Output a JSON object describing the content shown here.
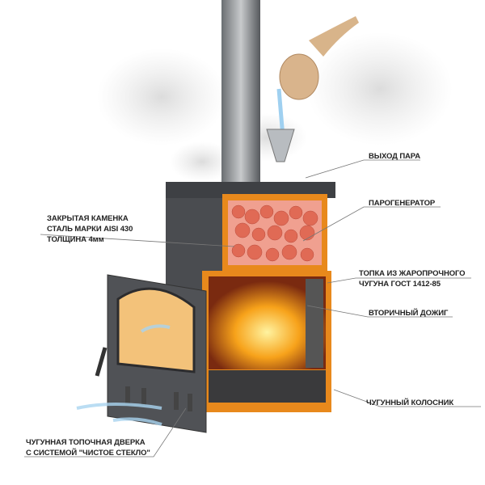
{
  "labels": {
    "steam_outlet": "ВЫХОД ПАРА",
    "steam_generator": "ПАРОГЕНЕРАТОР",
    "firebox_line1": "ТОПКА ИЗ ЖАРОПРОЧНОГО",
    "firebox_line2": "ЧУГУНА ГОСТ 1412-85",
    "afterburn": "ВТОРИЧНЫЙ ДОЖИГ",
    "grate": "ЧУГУННЫЙ КОЛОСНИК",
    "stone_line1": "ЗАКРЫТАЯ КАМЕНКА",
    "stone_line2": "СТАЛЬ МАРКИ AISI 430",
    "stone_line3": "ТОЛЩИНА 4мм",
    "door_line1": "ЧУГУННАЯ ТОПОЧНАЯ ДВЕРКА",
    "door_line2": "С СИСТЕМОЙ \"ЧИСТОЕ СТЕКЛО\""
  },
  "colors": {
    "orange": "#e8891c",
    "iron": "#4a4c50",
    "stone": "#e06a55",
    "fire": "#f7a21a"
  }
}
